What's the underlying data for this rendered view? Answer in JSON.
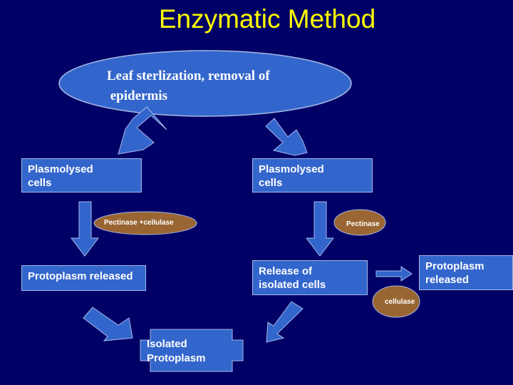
{
  "title": "Enzymatic Method",
  "top_step": "Leaf sterlization, removal of\n epidermis",
  "left_branch": {
    "step1": "Plasmolysed\ncells",
    "enzyme": "Pectinase +cellulase",
    "step2": "Protoplasm released"
  },
  "right_branch": {
    "step1": "Plasmolysed\ncells",
    "enzyme": "Pectinase",
    "step2": "Release of\nisolated cells",
    "enzyme2": "cellulase",
    "step3": "Protoplasm\nreleased"
  },
  "final_step": "Isolated\nProtoplasm",
  "colors": {
    "background": "#000066",
    "title": "#ffff00",
    "box_fill": "#3366cc",
    "enzyme_pill": "#996633",
    "arrow_fill": "#3366cc"
  }
}
